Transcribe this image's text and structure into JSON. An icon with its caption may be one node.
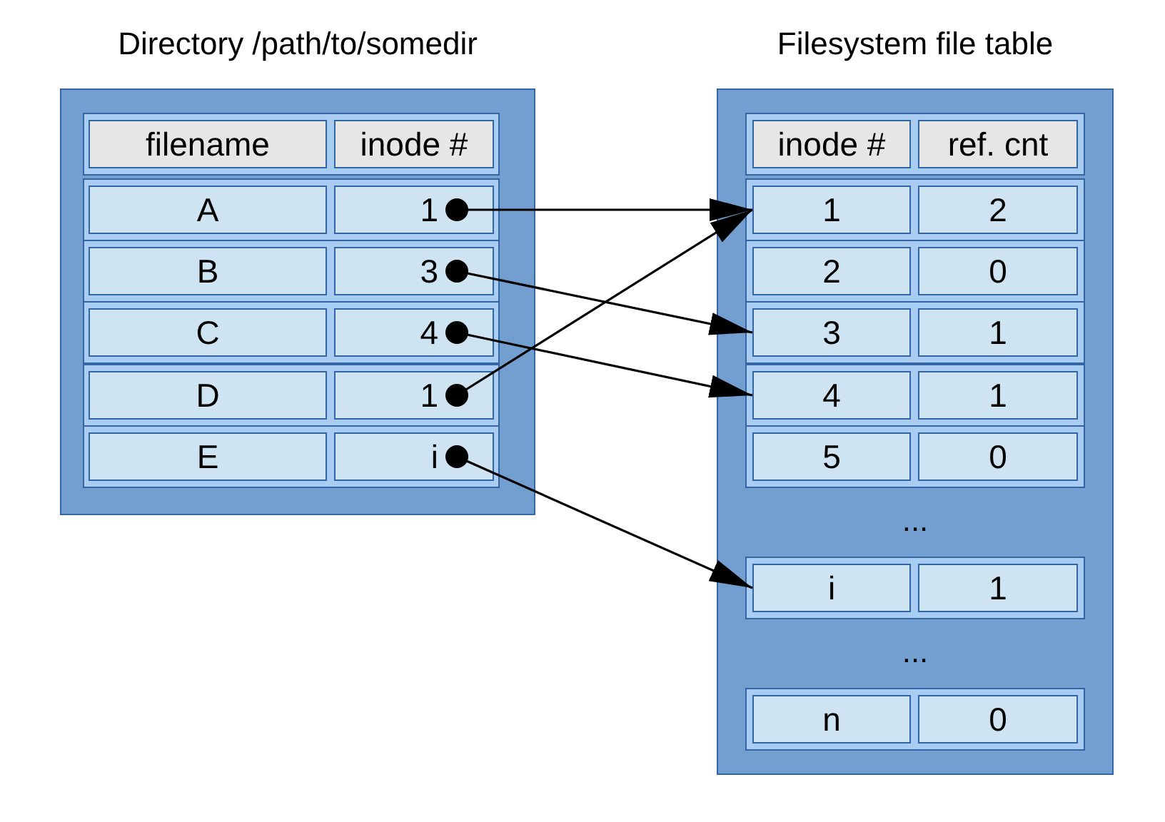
{
  "diagram": {
    "nodes": [
      {
        "text": [
          "Directory /path/to/somedir"
        ]
      },
      {
        "text": [
          "filename"
        ],
        "in": 0
      },
      {
        "text": [
          "inode #"
        ],
        "in": 0
      },
      {
        "text": [
          "A"
        ],
        "in": 0
      },
      {
        "text": [
          "1"
        ],
        "in": 0
      },
      {
        "text": [
          "B"
        ],
        "in": 0
      },
      {
        "text": [
          "3"
        ],
        "in": 0
      },
      {
        "text": [
          "C"
        ],
        "in": 0
      },
      {
        "text": [
          "4"
        ],
        "in": 0
      },
      {
        "text": [
          "D"
        ],
        "in": 0
      },
      {
        "text": [
          "1"
        ],
        "in": 0
      },
      {
        "text": [
          "E"
        ],
        "in": 0
      },
      {
        "text": [
          "i"
        ],
        "in": 0
      },
      {
        "text": [
          "Filesystem file table"
        ]
      },
      {
        "text": [
          "inode #"
        ],
        "in": 13
      },
      {
        "text": [
          "ref. cnt"
        ],
        "in": 13
      },
      {
        "text": [
          "1"
        ],
        "in": 13
      },
      {
        "text": [
          "2"
        ],
        "in": 13
      },
      {
        "text": [
          "2"
        ],
        "in": 13
      },
      {
        "text": [
          "0"
        ],
        "in": 13
      },
      {
        "text": [
          "3"
        ],
        "in": 13
      },
      {
        "text": [
          "1"
        ],
        "in": 13
      },
      {
        "text": [
          "4"
        ],
        "in": 13
      },
      {
        "text": [
          "1"
        ],
        "in": 13
      },
      {
        "text": [
          "5"
        ],
        "in": 13
      },
      {
        "text": [
          "0"
        ],
        "in": 13
      },
      {
        "text": [
          "i"
        ],
        "in": 13
      },
      {
        "text": [
          "1"
        ],
        "in": 13
      },
      {
        "text": [
          "n"
        ],
        "in": 13
      },
      {
        "text": [
          "0"
        ],
        "in": 13
      }
    ],
    "edges": [
      {
        "from": 4,
        "to": 16,
        "arrow": "to"
      },
      {
        "from": 6,
        "to": 20,
        "arrow": "to"
      },
      {
        "from": 8,
        "to": 22,
        "arrow": "to"
      },
      {
        "from": 10,
        "to": 16,
        "arrow": "to"
      },
      {
        "from": 12,
        "to": 26,
        "arrow": "to"
      }
    ],
    "labels": [
      "...",
      "..."
    ]
  }
}
